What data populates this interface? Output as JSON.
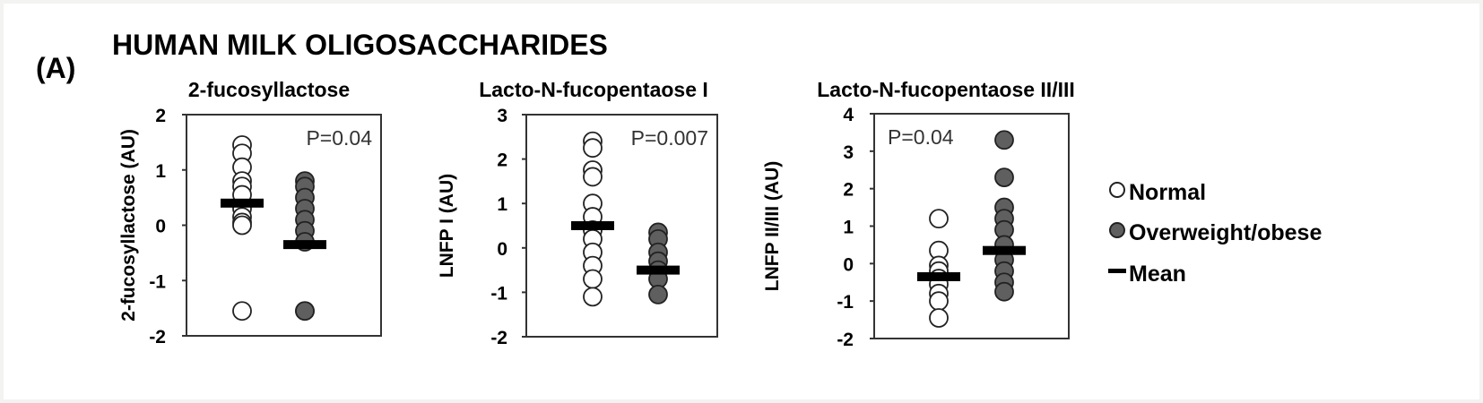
{
  "figure": {
    "panel_label": "(A)",
    "title": "HUMAN MILK OLIGOSACCHARIDES"
  },
  "legend": {
    "items": [
      {
        "label": "Normal",
        "marker": "open-circle"
      },
      {
        "label": "Overweight/obese",
        "marker": "filled-circle"
      },
      {
        "label": "Mean",
        "marker": "bar"
      }
    ]
  },
  "colors": {
    "normal_fill": "#ffffff",
    "obese_fill": "#5f5f5f",
    "mean": "#000000",
    "axis": "#333333"
  },
  "chart_data": [
    {
      "type": "scatter",
      "title": "2-fucosyllactose",
      "ylabel": "2-fucosyllactose (AU)",
      "ylim": [
        -2,
        2
      ],
      "yticks": [
        "-2",
        "-1",
        "0",
        "1",
        "2"
      ],
      "pvalue": "P=0.04",
      "pvalue_position": "top-right",
      "series": [
        {
          "name": "Normal",
          "values": [
            1.45,
            1.3,
            1.05,
            0.8,
            0.7,
            0.55,
            0.3,
            0.15,
            0.05,
            0.0,
            -1.55
          ],
          "mean": 0.4
        },
        {
          "name": "Overweight/obese",
          "values": [
            0.8,
            0.7,
            0.5,
            0.3,
            0.1,
            -0.1,
            -0.3,
            -1.55,
            -1.55
          ],
          "mean": -0.35
        }
      ]
    },
    {
      "type": "scatter",
      "title": "Lacto-N-fucopentaose I",
      "ylabel": "LNFP I (AU)",
      "ylim": [
        -2,
        3
      ],
      "yticks": [
        "-2",
        "-1",
        "0",
        "1",
        "2",
        "3"
      ],
      "pvalue": "P=0.007",
      "pvalue_position": "top-right",
      "series": [
        {
          "name": "Normal",
          "values": [
            2.4,
            2.25,
            1.75,
            1.6,
            1.0,
            0.7,
            0.4,
            0.2,
            -0.1,
            -0.4,
            -0.7,
            -1.1
          ],
          "mean": 0.5
        },
        {
          "name": "Overweight/obese",
          "values": [
            0.35,
            0.2,
            -0.1,
            -0.3,
            -0.5,
            -0.7,
            -1.05
          ],
          "mean": -0.5
        }
      ]
    },
    {
      "type": "scatter",
      "title": "Lacto-N-fucopentaose II/III",
      "ylabel": "LNFP II/III (AU)",
      "ylim": [
        -2,
        4
      ],
      "yticks": [
        "-2",
        "-1",
        "0",
        "1",
        "2",
        "3",
        "4"
      ],
      "pvalue": "P=0.04",
      "pvalue_position": "top-left",
      "series": [
        {
          "name": "Normal",
          "values": [
            1.2,
            0.35,
            -0.05,
            -0.2,
            -0.4,
            -0.55,
            -0.8,
            -1.0,
            -1.45
          ],
          "mean": -0.35
        },
        {
          "name": "Overweight/obese",
          "values": [
            3.3,
            2.3,
            1.5,
            1.2,
            0.9,
            0.5,
            0.1,
            -0.2,
            -0.5,
            -0.75
          ],
          "mean": 0.35
        }
      ]
    }
  ]
}
